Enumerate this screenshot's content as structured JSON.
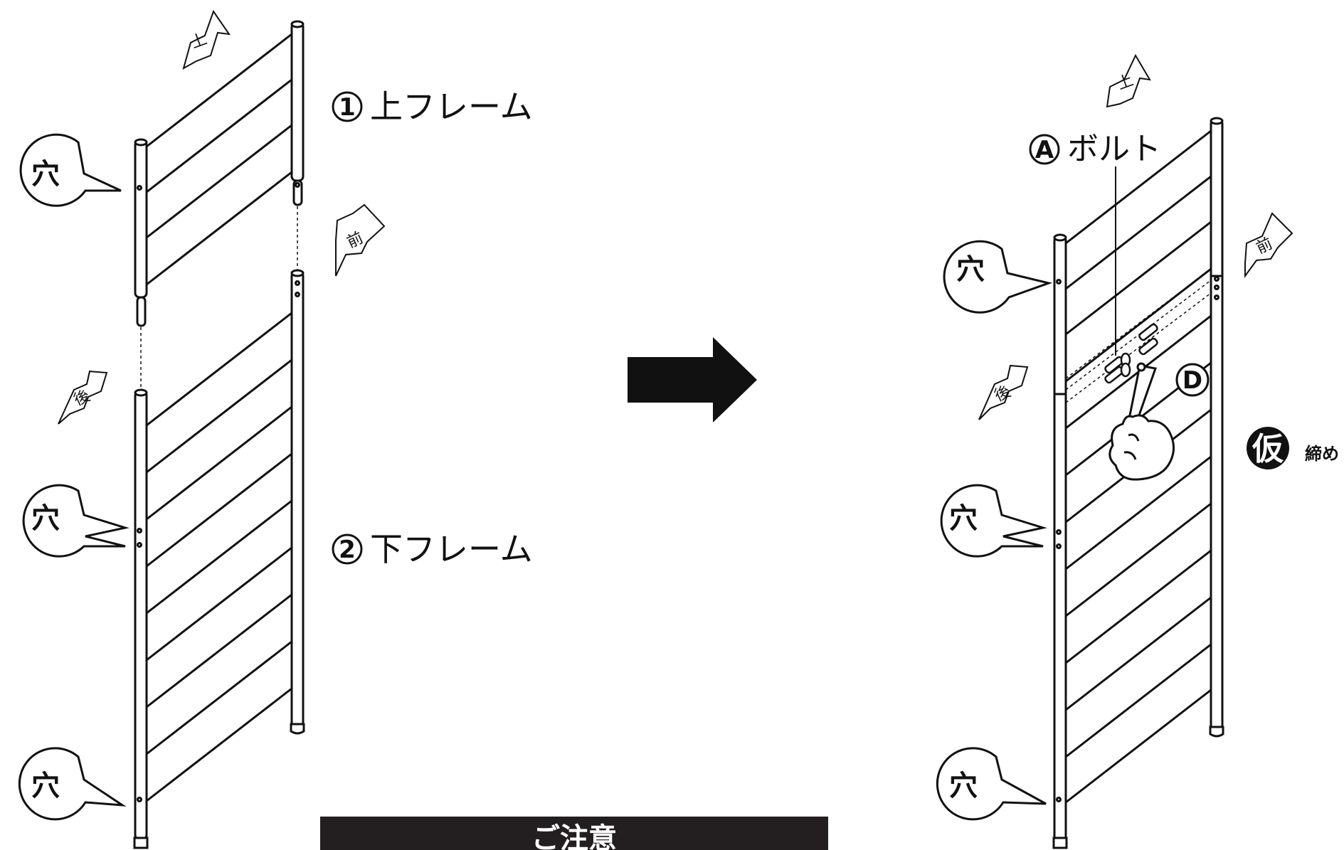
{
  "labels": {
    "upper_frame_num": "1",
    "upper_frame": "上フレーム",
    "lower_frame_num": "2",
    "lower_frame": "下フレーム",
    "bolt_letter": "A",
    "bolt": "ボルト",
    "wrench_letter": "D",
    "hole": "穴",
    "up": "上",
    "front": "前",
    "back": "後",
    "temp": "仮",
    "tighten": "締め",
    "notice": "ご注意"
  }
}
